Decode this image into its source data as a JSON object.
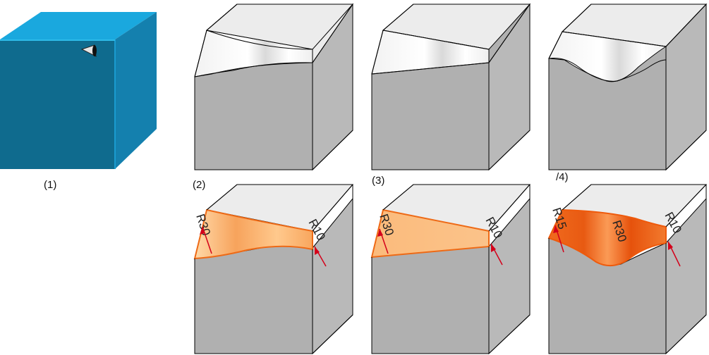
{
  "captions": [
    "(1)",
    "(2)",
    "(3)",
    "/4)"
  ],
  "labels": {
    "panel_2": [
      "R30",
      "R10"
    ],
    "panel_3": [
      "R30",
      "R10"
    ],
    "panel_4": [
      "R15",
      "R30",
      "R10"
    ]
  },
  "colors": {
    "cube_blue_front": "#0f6b8e",
    "cube_blue_right": "#1480ae",
    "cube_blue_top": "#1aa8de",
    "face_gray": "#b0b0b0",
    "face_gray_dark": "#b9b9b9",
    "top_light": "#ececec",
    "fillet_orange": "#f6a05a",
    "label_red": "#d4001a"
  }
}
